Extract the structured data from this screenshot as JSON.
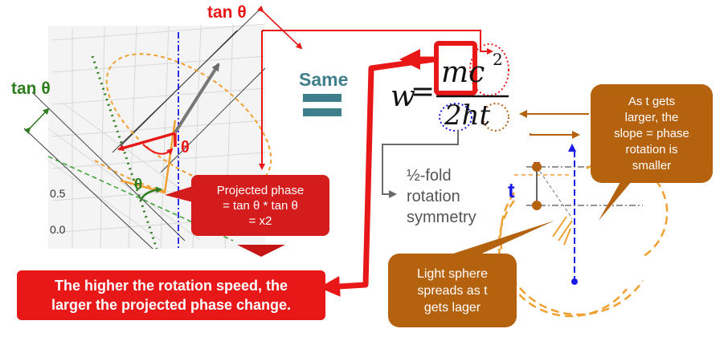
{
  "labels": {
    "tan_top": "tan θ",
    "tan_left": "tan θ",
    "same": "Same",
    "theta_red": "θ",
    "theta_green": "θ",
    "tick_05": "0.5",
    "tick_00": "0.0",
    "t_axis": "t"
  },
  "equation": {
    "w": "w",
    "equals": "=",
    "numerator_base": "mc",
    "exponent": "2",
    "denominator": "2ht"
  },
  "callouts": {
    "projected_phase": [
      "Projected phase",
      "= tan θ * tan θ",
      "= x2"
    ],
    "higher_speed": [
      "The higher the rotation speed, the",
      "larger the projected phase change."
    ],
    "half_fold": [
      "½-fold",
      "rotation",
      "symmetry"
    ],
    "t_larger": [
      "As t gets",
      "larger, the",
      "slope = phase",
      "rotation is",
      "smaller"
    ],
    "light_sphere": [
      "Light sphere",
      "spreads as t",
      "gets lager"
    ]
  },
  "colors": {
    "red": "#e81818",
    "dark_red": "#c41414",
    "green": "#2e7d1e",
    "teal": "#3f7f8c",
    "orange": "#f0a030",
    "brown": "#b5620e",
    "blue": "#1a1ae6",
    "gray": "#6a6a6a"
  }
}
